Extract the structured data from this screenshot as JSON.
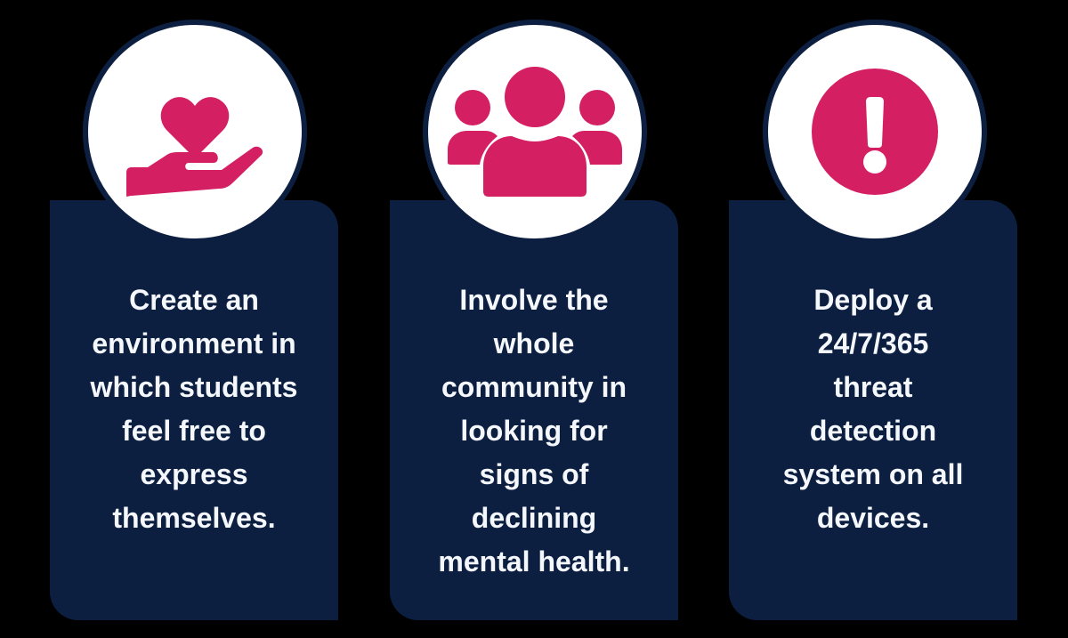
{
  "theme": {
    "background": "#000000",
    "card_color": "#0D1F40",
    "circle_color": "#FFFFFF",
    "icon_color": "#D41F62",
    "text_color": "#F4F7FB"
  },
  "cards": [
    {
      "icon": "heart-in-hand-icon",
      "lines": [
        "Create an",
        "environment in",
        "which students",
        "feel free to",
        "express",
        "themselves."
      ],
      "text": "Create an environment in which students feel free to express themselves."
    },
    {
      "icon": "group-people-icon",
      "lines": [
        "Involve the",
        "whole",
        "community in",
        "looking for",
        "signs of",
        "declining",
        "mental health."
      ],
      "text": "Involve the whole community in looking for signs of declining mental health."
    },
    {
      "icon": "exclamation-circle-icon",
      "lines": [
        "Deploy a",
        "24/7/365",
        "threat",
        "detection",
        "system on all",
        "devices."
      ],
      "text": "Deploy a 24/7/365 threat detection system on all devices."
    }
  ]
}
